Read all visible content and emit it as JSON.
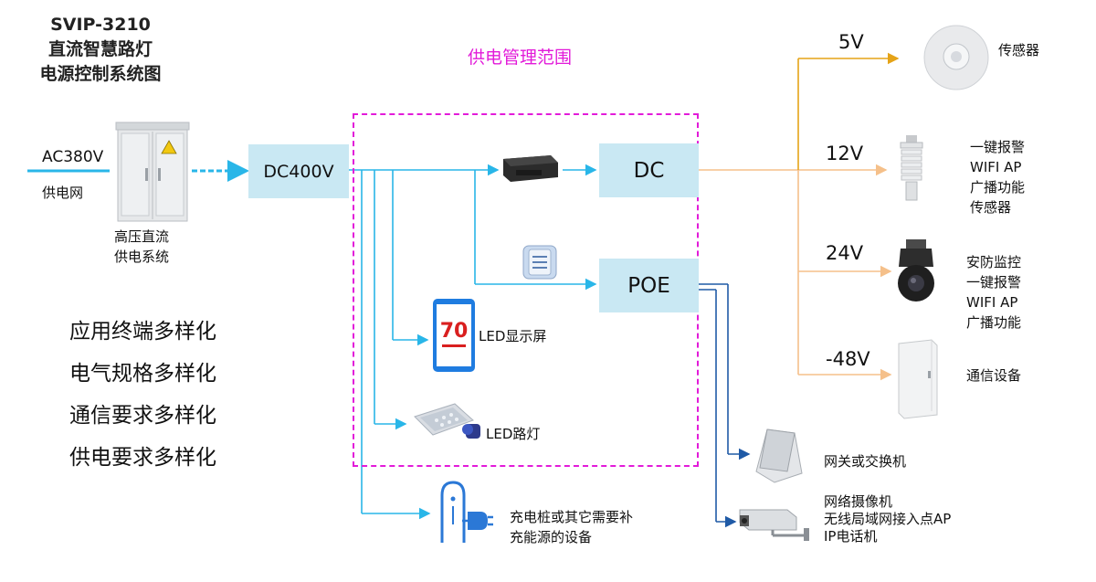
{
  "title": {
    "line1": "SVIP-3210",
    "line2": "直流智慧路灯",
    "line3": "电源控制系统图"
  },
  "input": {
    "voltage": "AC380V",
    "source": "供电网",
    "cabinet_label_1": "高压直流",
    "cabinet_label_2": "供电系统"
  },
  "hub": {
    "label": "DC400V"
  },
  "scope_label": "供电管理范围",
  "dc": {
    "label": "DC"
  },
  "poe": {
    "label": "POE"
  },
  "inside": {
    "led_screen": "LED显示屏",
    "led_lamp": "LED路灯"
  },
  "charger": {
    "line1": "充电桩或其它需要补",
    "line2": "充能源的设备"
  },
  "diversity": [
    "应用终端多样化",
    "电气规格多样化",
    "通信要求多样化",
    "供电要求多样化"
  ],
  "dc_outputs": [
    {
      "voltage": "5V",
      "lines": [
        "传感器"
      ]
    },
    {
      "voltage": "12V",
      "lines": [
        "一键报警",
        "WIFI AP",
        "广播功能",
        "传感器"
      ]
    },
    {
      "voltage": "24V",
      "lines": [
        "安防监控",
        "一键报警",
        "WIFI AP",
        "广播功能"
      ]
    },
    {
      "voltage": "-48V",
      "lines": [
        "通信设备"
      ]
    }
  ],
  "poe_outputs": [
    {
      "lines": [
        "网关或交换机"
      ]
    },
    {
      "lines": [
        "网络摄像机",
        "无线局域网接入点AP",
        "IP电话机"
      ]
    }
  ],
  "colors": {
    "supply_line": "#29b6e8",
    "dc_line": "#f5c08a",
    "sensor_line": "#e5a317",
    "poe_line": "#1f5aa6",
    "scope": "#e21bd9",
    "box_fill": "#c9e8f3"
  }
}
